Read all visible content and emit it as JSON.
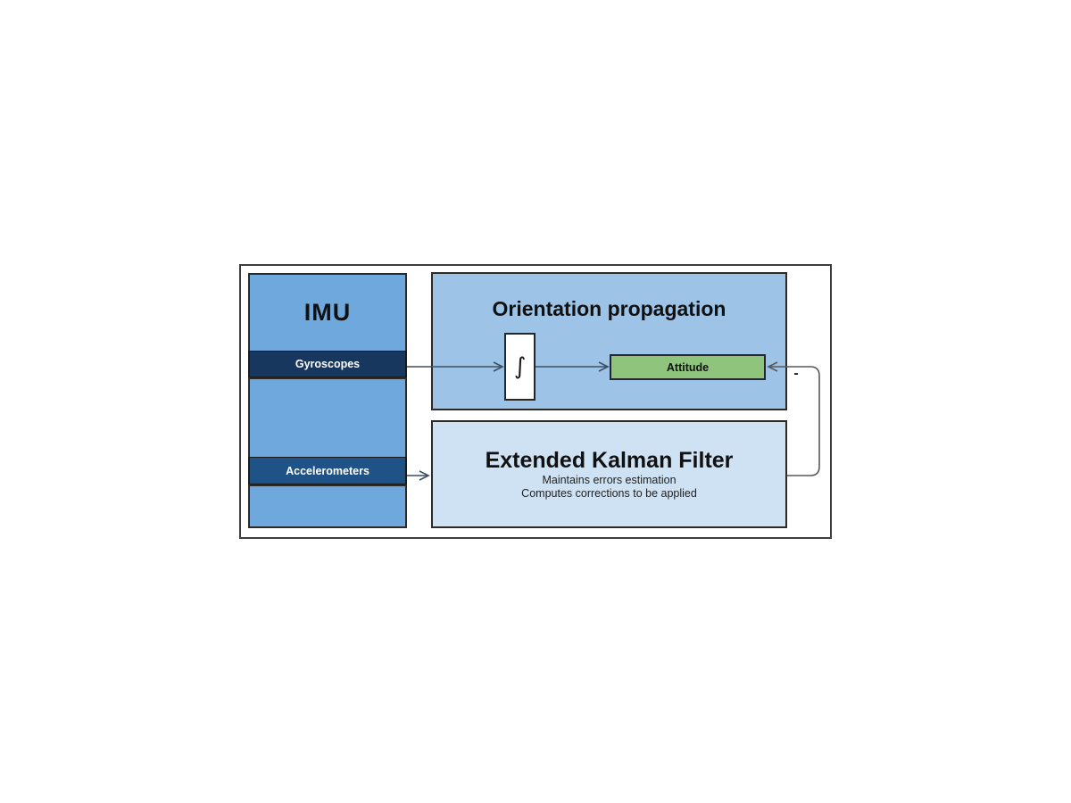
{
  "diagram": {
    "imu": {
      "title": "IMU",
      "sensors": [
        {
          "label": "Gyroscopes"
        },
        {
          "label": "Accelerometers"
        }
      ]
    },
    "orientation_propagation": {
      "title": "Orientation propagation",
      "integrator_symbol": "∫",
      "attitude": {
        "label": "Attitude"
      }
    },
    "extended_kalman_filter": {
      "title": "Extended Kalman Filter",
      "description_line1": "Maintains errors estimation",
      "description_line2": "Computes corrections to be applied"
    },
    "feedback_loop": {
      "sign_label": "-"
    },
    "colors": {
      "imu_fill": "#6fa8dc",
      "gyroscopes_band_fill": "#17375e",
      "accelerometers_band_fill": "#1f5387",
      "orientation_fill": "#9dc3e6",
      "ekf_fill": "#cfe2f3",
      "attitude_fill": "#8fc47d",
      "integrator_fill": "#ffffff",
      "band_text": "#ffffff",
      "block_border": "#2a2a2a",
      "arrow": "#3e4f63",
      "feedback_line": "#595959"
    }
  }
}
